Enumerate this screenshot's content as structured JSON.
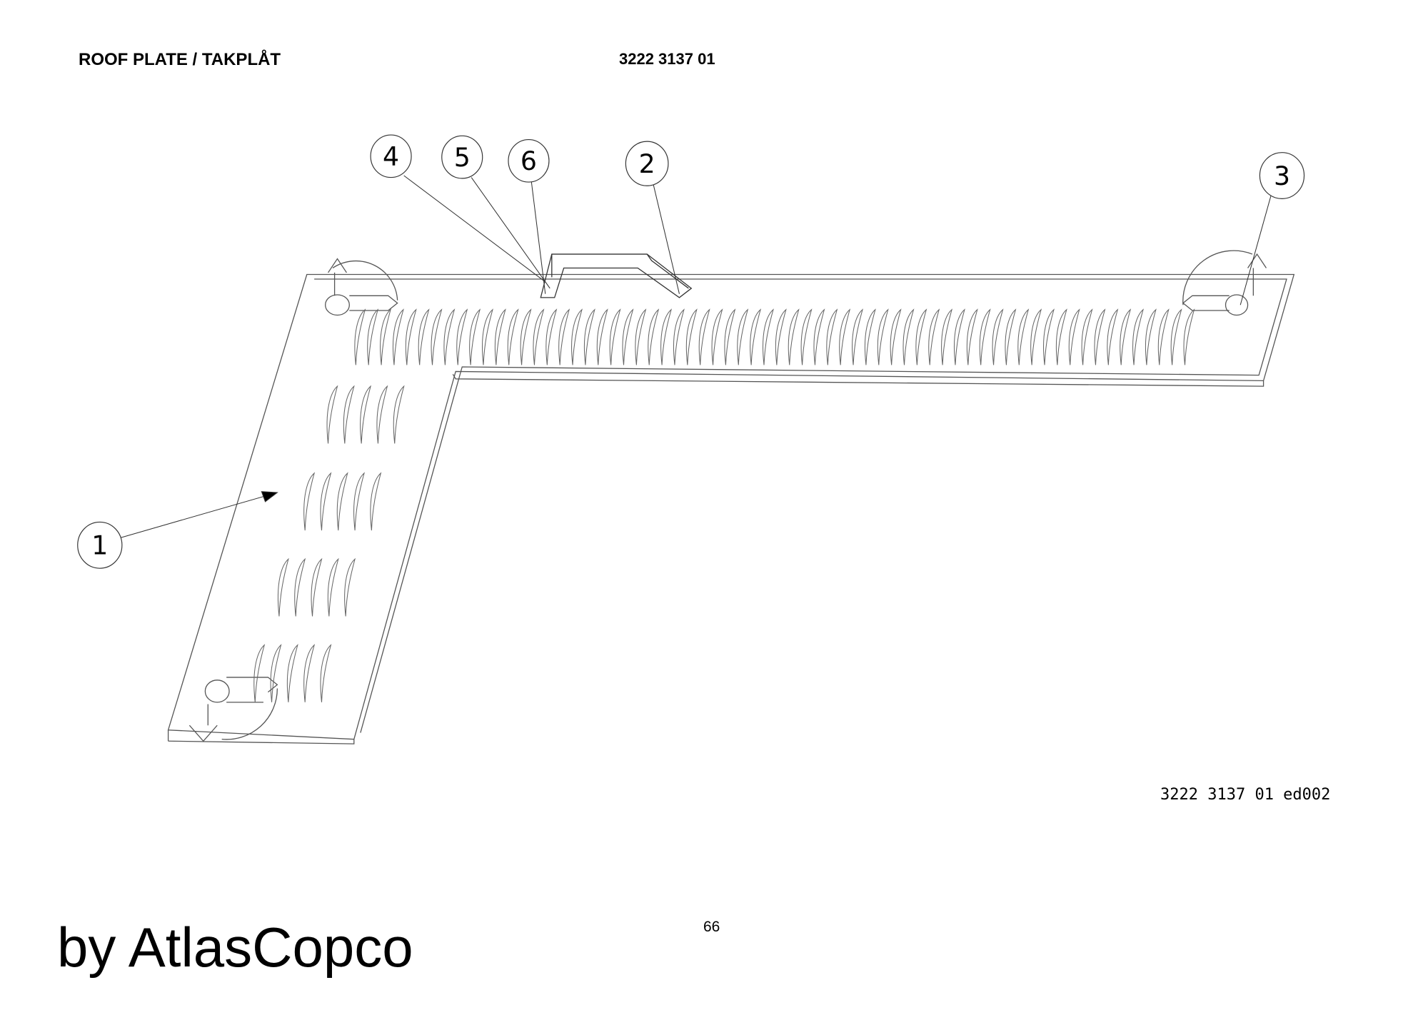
{
  "header": {
    "title": "ROOF PLATE / TAKPLÅT",
    "part_number": "3222 3137 01"
  },
  "drawing": {
    "callouts": [
      "1",
      "2",
      "3",
      "4",
      "5",
      "6"
    ],
    "edition_code": "3222 3137 01 ed002"
  },
  "footer": {
    "page_number": "66",
    "brand": "by AtlasCopco"
  }
}
